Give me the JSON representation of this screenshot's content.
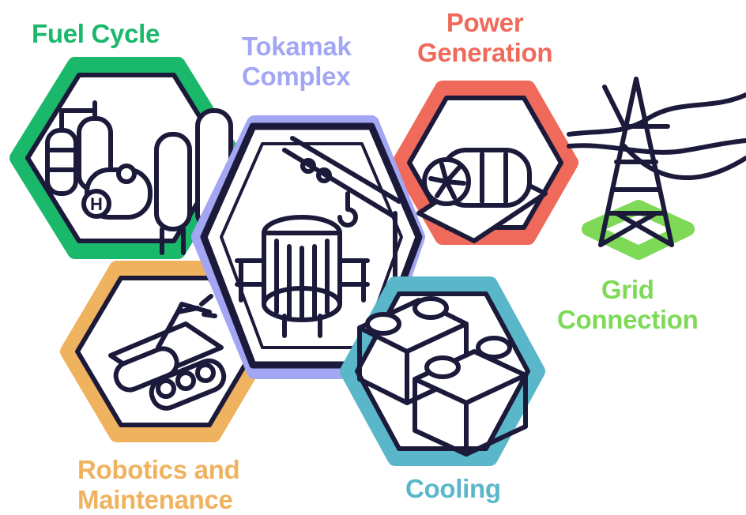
{
  "diagram": {
    "nodes": [
      {
        "id": "fuel_cycle",
        "lines": [
          "Fuel Cycle"
        ],
        "color": "#1ab86a"
      },
      {
        "id": "tokamak",
        "lines": [
          "Tokamak",
          "Complex"
        ],
        "color": "#a3a7f3"
      },
      {
        "id": "power",
        "lines": [
          "Power",
          "Generation"
        ],
        "color": "#ef6a5b"
      },
      {
        "id": "grid",
        "lines": [
          "Grid",
          "Connection"
        ],
        "color": "#7ed957"
      },
      {
        "id": "robotics",
        "lines": [
          "Robotics and",
          "Maintenance"
        ],
        "color": "#efb25f"
      },
      {
        "id": "cooling",
        "lines": [
          "Cooling"
        ],
        "color": "#5ab6c9"
      }
    ],
    "fuel_symbol": "H",
    "outline_color": "#1c1a3a"
  }
}
